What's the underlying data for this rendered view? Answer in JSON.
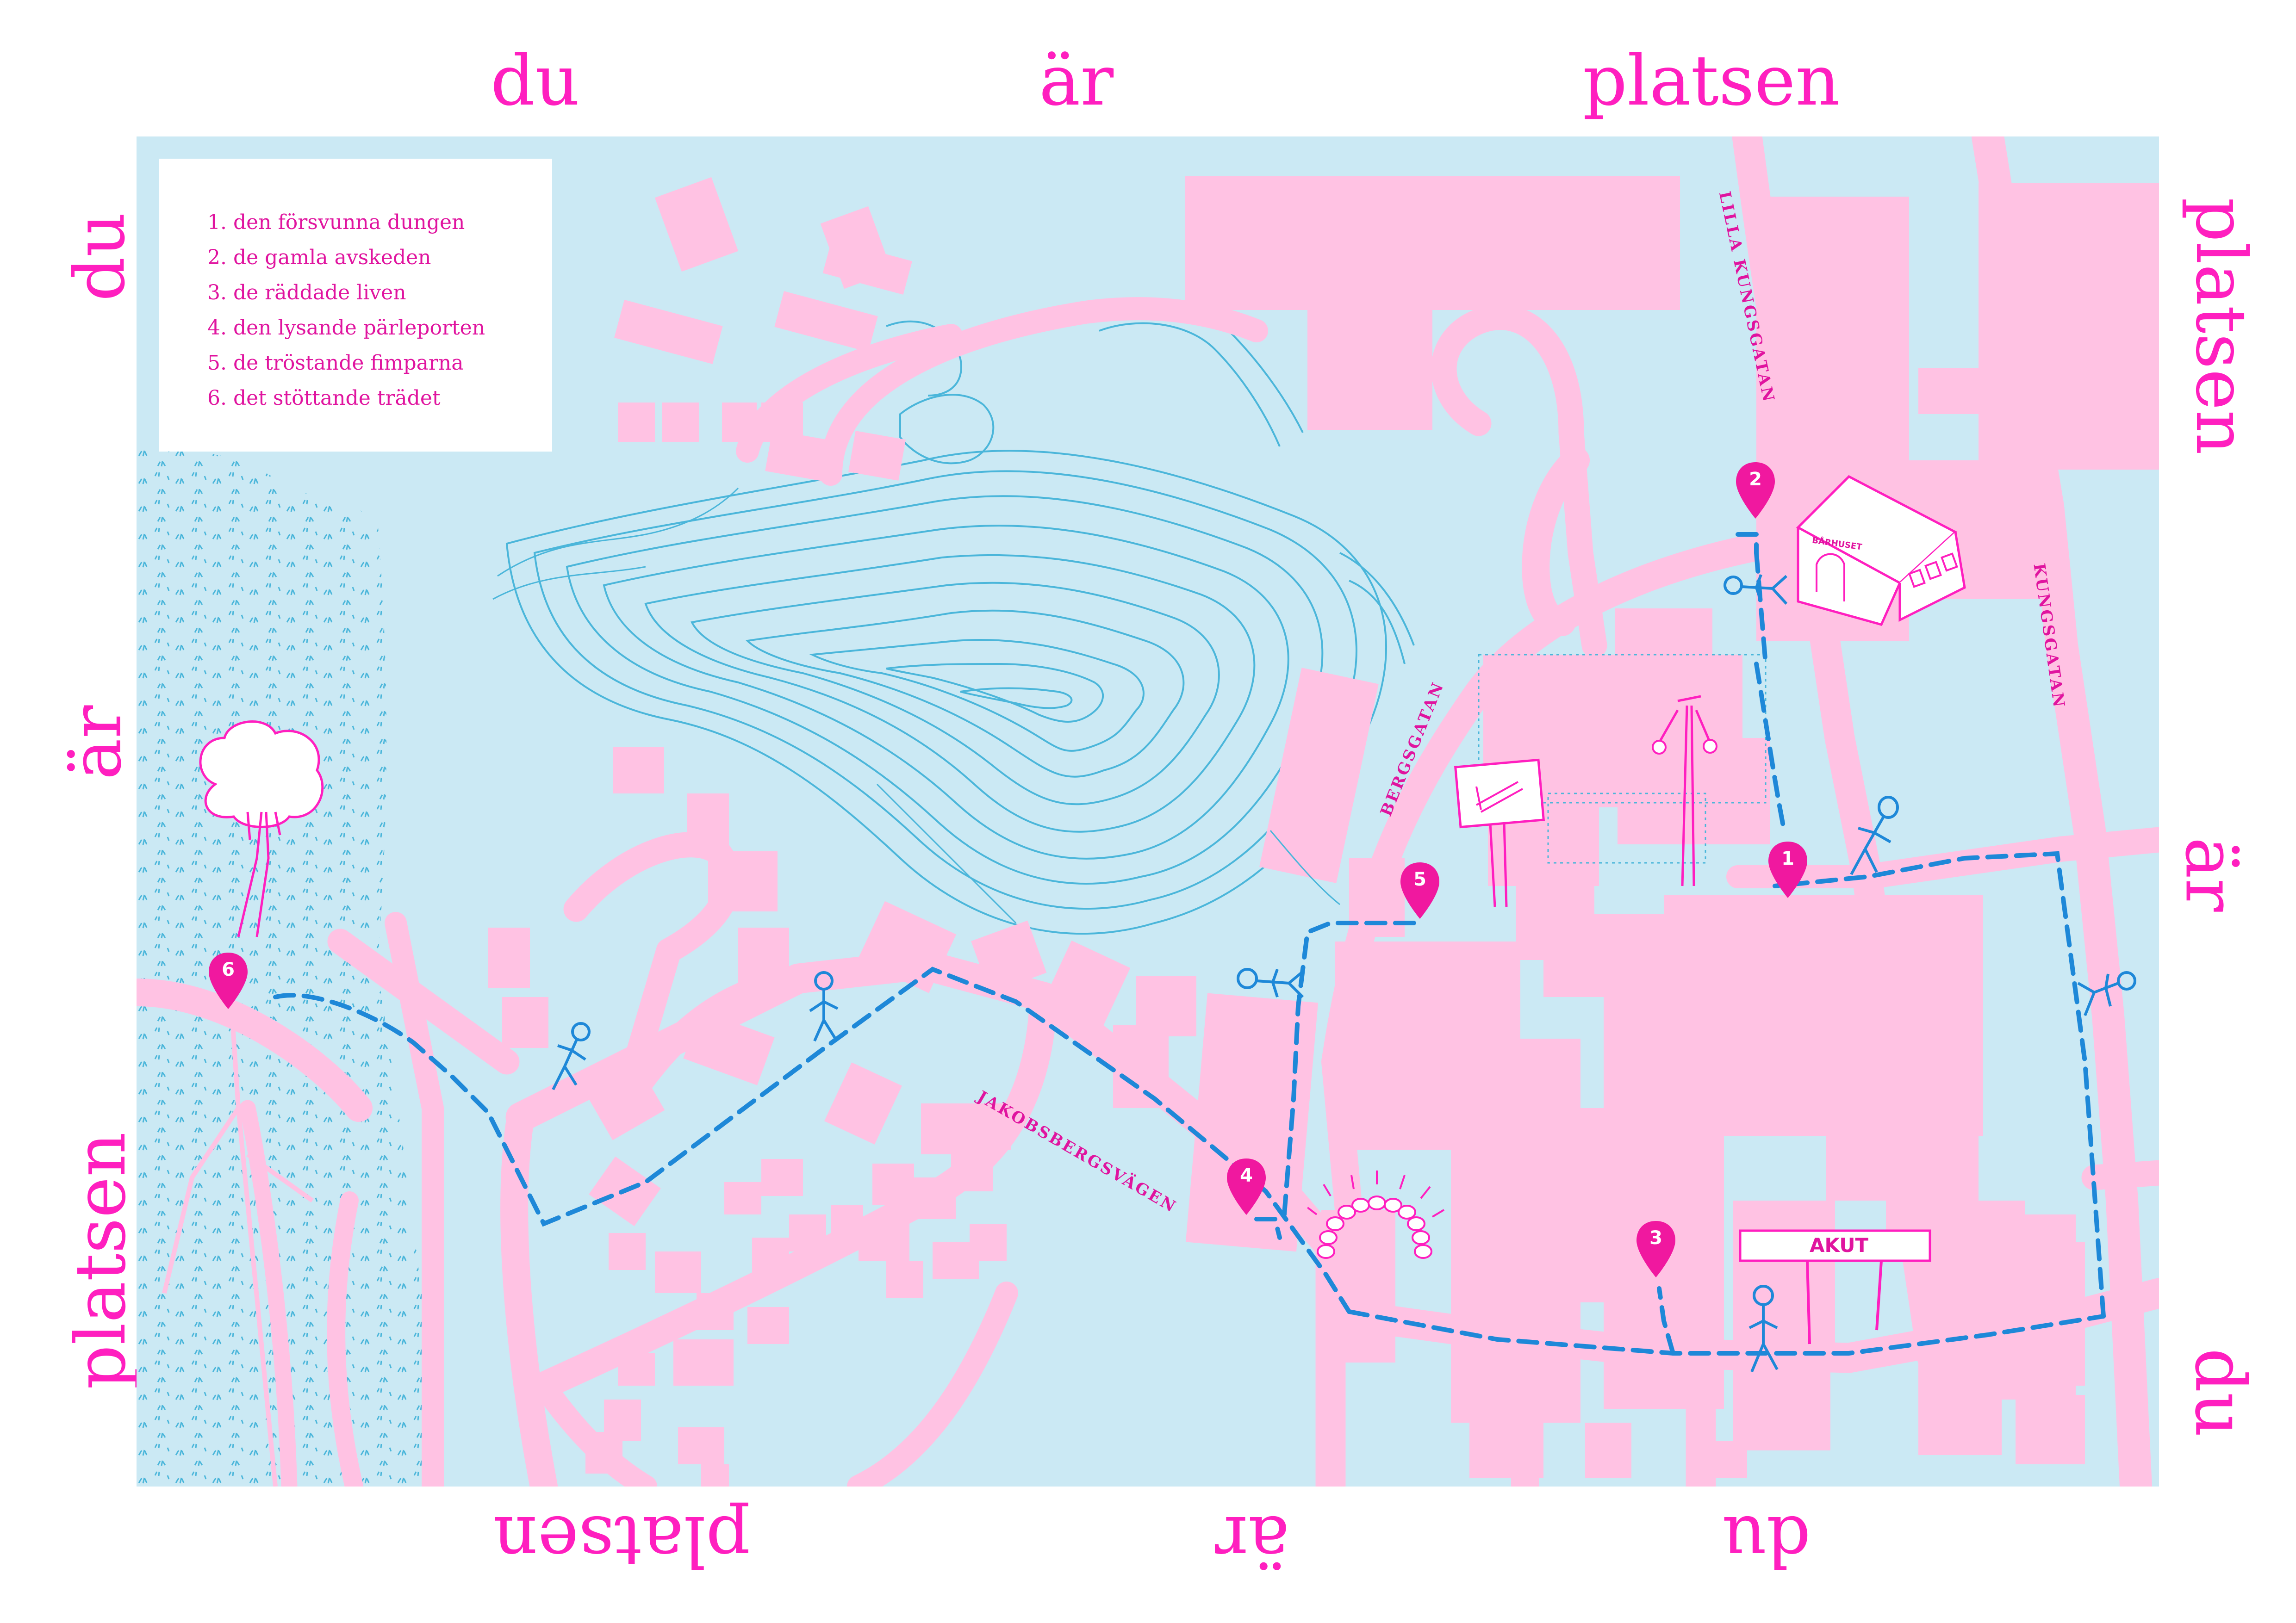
{
  "frame": {
    "top": [
      "du",
      "är",
      "platsen"
    ],
    "right": [
      "platsen",
      "är",
      "du"
    ],
    "bottom": [
      "du",
      "är",
      "platsen"
    ],
    "left": [
      "du",
      "är",
      "platsen"
    ]
  },
  "legend": {
    "items": [
      "1. den försvunna dungen",
      "2. de gamla avskeden",
      "3. de räddade liven",
      "4. den lysande pärleporten",
      "5. de tröstande fimparna",
      "6. det stöttande trädet"
    ]
  },
  "streets": {
    "lilla_kungsgatan": "LILLA KUNGSGATAN",
    "kungsgatan": "KUNGSGATAN",
    "bergsgatan": "BERGSGATAN",
    "jakobsbergsvagen": "JAKOBSBERGSVÄGEN"
  },
  "markers": [
    "1",
    "2",
    "3",
    "4",
    "5",
    "6"
  ],
  "signs": {
    "akut": "AKUT",
    "barnhuset": "BÅRHUSET"
  },
  "colors": {
    "water_background": "#cbe9f4",
    "road_building_pink": "#ffc2e3",
    "accent_magenta": "#ff1fbf",
    "marker_magenta": "#f0189f",
    "route_blue": "#1e88d8",
    "contour_blue": "#4bb6da"
  },
  "icons": [
    "map-pin-icon",
    "stick-figure-icon",
    "tree-icon",
    "house-icon",
    "lamp-post-icon",
    "sign-icon",
    "pearl-gate-icon"
  ]
}
